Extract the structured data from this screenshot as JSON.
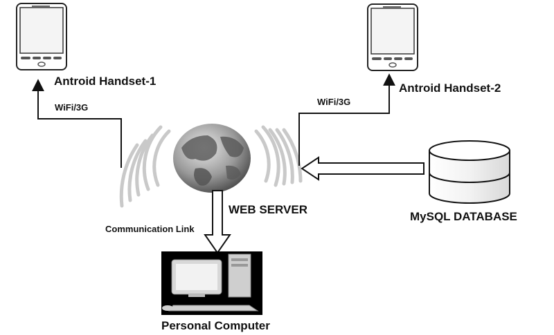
{
  "nodes": {
    "handset_1": "Antroid Handset-1",
    "handset_2": "Antroid Handset-2",
    "web_server": "WEB SERVER",
    "database": "MySQL DATABASE",
    "personal_computer": "Personal Computer"
  },
  "links": {
    "handset_1_link": "WiFi/3G",
    "handset_2_link": "WiFi/3G",
    "communication_link": "Communication Link"
  },
  "icons": [
    "phone-icon",
    "globe-icon",
    "database-icon",
    "computer-icon",
    "signal-waves-icon"
  ],
  "colors": {
    "line": "#111111",
    "arrow_fill": "#ffffff",
    "globe": "#8a8a8a",
    "wave": "#c8c8c8",
    "computer_backdrop": "#000000"
  }
}
